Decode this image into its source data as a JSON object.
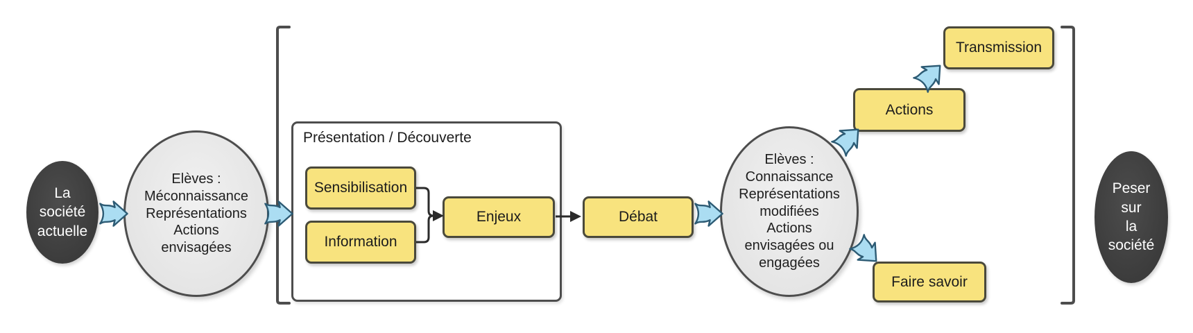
{
  "colors": {
    "yellow_fill": "#F8E37E",
    "yellow_border": "#4A493B",
    "shape_border": "#4D4D4D",
    "dark_ellipse_fill": "#3E3E3E",
    "gray_ellipse_fill": "#E9E9E9",
    "arrow_fill": "#ABDDF2",
    "arrow_border": "#2D5B74",
    "connector": "#2B2B2B",
    "text_light": "#FFFFFF",
    "text_dark": "#1C1C1C"
  },
  "nodes": {
    "society_current": {
      "label": "La\nsociété\nactuelle"
    },
    "students_initial": {
      "label": "Elèves :\nMéconnaissance\nReprésentations\nActions\nenvisagées"
    },
    "presentation_group": {
      "label": "Présentation / Découverte"
    },
    "sensibilisation": {
      "label": "Sensibilisation"
    },
    "information": {
      "label": "Information"
    },
    "enjeux": {
      "label": "Enjeux"
    },
    "debat": {
      "label": "Débat"
    },
    "students_after": {
      "label": "Elèves :\nConnaissance\nReprésentations\nmodifiées\nActions\nenvisagées ou\nengagées"
    },
    "actions": {
      "label": "Actions"
    },
    "transmission": {
      "label": "Transmission"
    },
    "faire_savoir": {
      "label": "Faire savoir"
    },
    "society_impact": {
      "label": "Peser\nsur\nla\nsociété"
    }
  }
}
